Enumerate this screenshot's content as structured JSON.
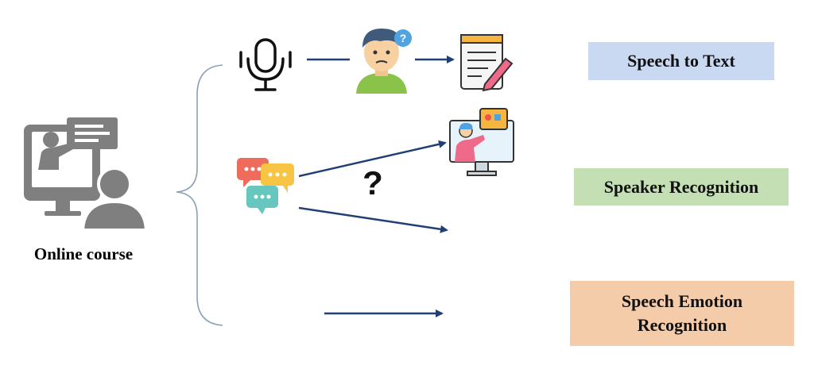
{
  "source": {
    "label": "Online course"
  },
  "uncertainty_mark": "?",
  "tasks": {
    "speech_to_text": "Speech to Text",
    "speaker_recognition": "Speaker Recognition",
    "speech_emotion_line1": "Speech Emotion",
    "speech_emotion_line2": "Recognition"
  },
  "icons": [
    "online-course-teacher-icon",
    "microphone-icon",
    "confused-student-icon",
    "note-writing-icon",
    "chat-bubbles-icon",
    "video-lecture-icon",
    "reading-student-icon",
    "voice-message-waveform-icon",
    "emotion-faces-icon"
  ],
  "colors": {
    "speech_to_text_box": "#c9d9f2",
    "speaker_recognition_box": "#c4dfb4",
    "speech_emotion_box": "#f5ccaa",
    "arrow": "#1f3f75",
    "brace": "#8aa0b8"
  }
}
